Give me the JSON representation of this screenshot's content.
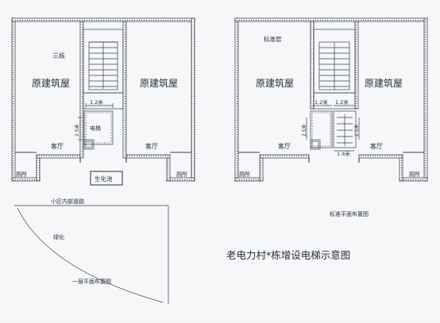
{
  "left_plan": {
    "floor_label": "三栋",
    "room_left": "原建筑屋",
    "room_right": "原建筑屋",
    "living_left": "客厅",
    "living_right": "客厅",
    "toilet_left": "厕所",
    "toilet_right": "厕所",
    "elevator_label": "电梯",
    "dim_width": "1.2米",
    "dim_depth": "2.5米",
    "septic_label": "生化池"
  },
  "right_plan": {
    "floor_label": "标准层",
    "room_left": "原建筑屋",
    "room_right": "原建筑屋",
    "living_left": "客厅",
    "living_right": "客厅",
    "toilet_left": "厕所",
    "toilet_right": "厕所",
    "dim_width_left": "1.2米",
    "dim_width_right": "1.2米",
    "dim_depth_left": "2.5米",
    "dim_depth_right": "2.5米",
    "dim_bottom": "1.4米",
    "plan_caption": "标准平面布置图"
  },
  "site": {
    "road_label": "小区内部道路",
    "green_label": "绿化",
    "plan_caption": "一层平面布置图"
  },
  "main_title": "老电力村*栋增设电梯示意图"
}
